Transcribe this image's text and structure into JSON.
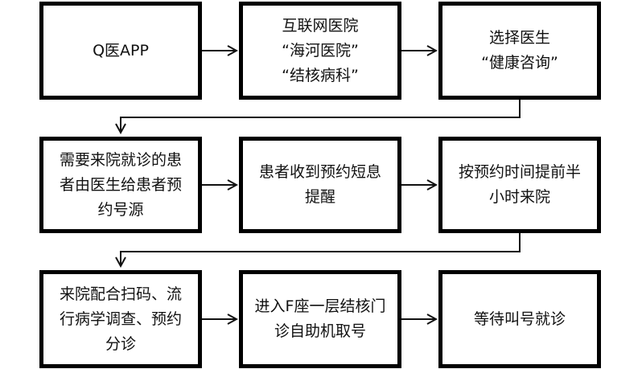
{
  "flowchart": {
    "steps": [
      {
        "id": "q-app",
        "lines": [
          "Q医APP"
        ]
      },
      {
        "id": "internet-hospital",
        "lines": [
          "互联网医院",
          "“海河医院”",
          "“结核病科”"
        ]
      },
      {
        "id": "choose-doctor",
        "lines": [
          "选择医生",
          "“健康咨询”"
        ]
      },
      {
        "id": "doctor-books",
        "lines": [
          "需要来院就诊的患",
          "者由医生给患者预",
          "约号源"
        ]
      },
      {
        "id": "sms-reminder",
        "lines": [
          "患者收到预约短息",
          "提醒"
        ]
      },
      {
        "id": "arrive-early",
        "lines": [
          "按预约时间提前半",
          "小时来院"
        ]
      },
      {
        "id": "scan-triage",
        "lines": [
          "来院配合扫码、流",
          "行病学调查、预约",
          "分诊"
        ]
      },
      {
        "id": "kiosk-ticket",
        "lines": [
          "进入F座一层结核门",
          "诊自助机取号"
        ]
      },
      {
        "id": "wait-call",
        "lines": [
          "等待叫号就诊"
        ]
      }
    ],
    "edges": [
      {
        "from": "q-app",
        "to": "internet-hospital"
      },
      {
        "from": "internet-hospital",
        "to": "choose-doctor"
      },
      {
        "from": "choose-doctor",
        "to": "doctor-books"
      },
      {
        "from": "doctor-books",
        "to": "sms-reminder"
      },
      {
        "from": "sms-reminder",
        "to": "arrive-early"
      },
      {
        "from": "arrive-early",
        "to": "scan-triage"
      },
      {
        "from": "scan-triage",
        "to": "kiosk-ticket"
      },
      {
        "from": "kiosk-ticket",
        "to": "wait-call"
      }
    ]
  }
}
